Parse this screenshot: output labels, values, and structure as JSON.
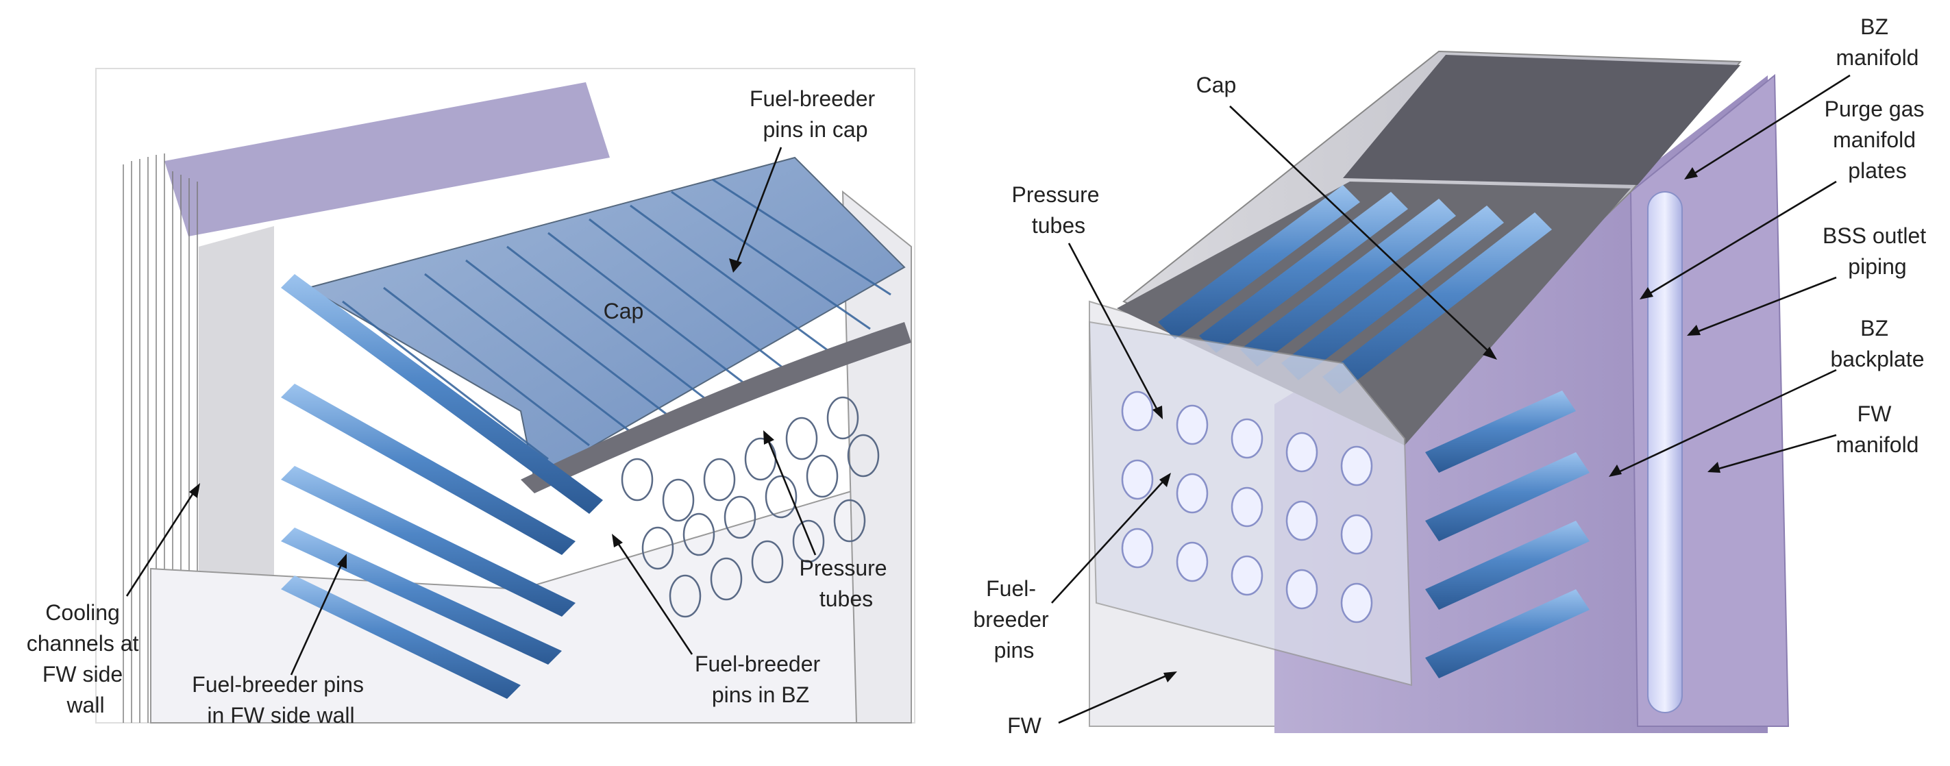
{
  "colors": {
    "pin_blue": "#4f86c6",
    "pin_blue_light": "#8fb8e6",
    "housing_purple": "#a99bc7",
    "cap_grey": "#6b6b72",
    "label_text": "#222222"
  },
  "left_panel": {
    "labels": {
      "fuel_breeder_pins_in_cap": [
        "Fuel-breeder",
        "pins in cap"
      ],
      "cap": [
        "Cap"
      ],
      "cooling_channels": [
        "Cooling",
        "channels at",
        "FW side",
        "wall"
      ],
      "fuel_breeder_pins_in_fw_side_wall": [
        "Fuel-breeder pins",
        "in FW side wall"
      ],
      "pressure_tubes": [
        "Pressure",
        "tubes"
      ],
      "fuel_breeder_pins_in_bz": [
        "Fuel-breeder",
        "pins in BZ"
      ]
    }
  },
  "right_panel": {
    "labels": {
      "cap": [
        "Cap"
      ],
      "pressure_tubes": [
        "Pressure",
        "tubes"
      ],
      "fuel_breeder_pins": [
        "Fuel-",
        "breeder",
        "pins"
      ],
      "fw": [
        "FW"
      ],
      "bz_manifold": [
        "BZ",
        "manifold"
      ],
      "purge_gas_manifold_plates": [
        "Purge gas",
        "manifold",
        "plates"
      ],
      "bss_outlet_piping": [
        "BSS outlet",
        "piping"
      ],
      "bz_backplate": [
        "BZ",
        "backplate"
      ],
      "fw_manifold": [
        "FW",
        "manifold"
      ]
    }
  }
}
